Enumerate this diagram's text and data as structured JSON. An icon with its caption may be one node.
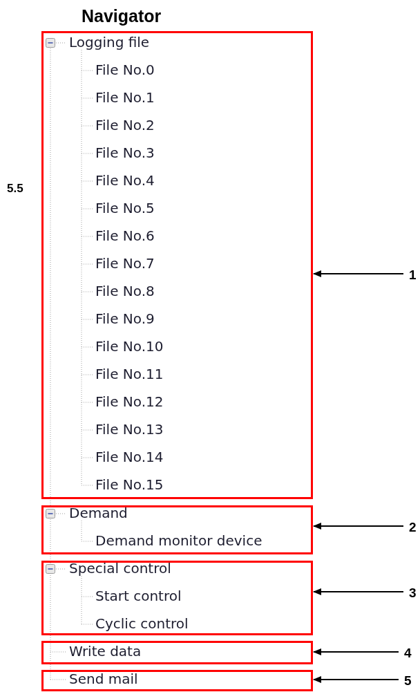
{
  "diagram": {
    "title": "Navigator",
    "nodes": [
      {
        "text": [
          "Logging file",
          "File No.0",
          "File No.1",
          "File No.2",
          "File No.3",
          "File No.4",
          "File No.5",
          "File No.6",
          "File No.7",
          "File No.8",
          "File No.9",
          "File No.10",
          "File No.11",
          "File No.12",
          "File No.13",
          "File No.14",
          "File No.15"
        ]
      },
      {
        "text": [
          "Demand",
          "Demand monitor device"
        ]
      },
      {
        "text": [
          "Special control",
          "Start control",
          "Cyclic control"
        ]
      },
      {
        "text": [
          "Write data"
        ]
      },
      {
        "text": [
          "Send mail"
        ]
      },
      {
        "text": [
          "1"
        ]
      },
      {
        "text": [
          "2"
        ]
      },
      {
        "text": [
          "3"
        ]
      },
      {
        "text": [
          "4"
        ]
      },
      {
        "text": [
          "5"
        ]
      }
    ],
    "edges": [
      {
        "from": 5,
        "to": 0,
        "arrow": "to"
      },
      {
        "from": 6,
        "to": 1,
        "arrow": "to"
      },
      {
        "from": 7,
        "to": 2,
        "arrow": "to"
      },
      {
        "from": 8,
        "to": 3,
        "arrow": "to"
      },
      {
        "from": 9,
        "to": 4,
        "arrow": "to"
      }
    ],
    "labels": [
      "5.5"
    ]
  }
}
